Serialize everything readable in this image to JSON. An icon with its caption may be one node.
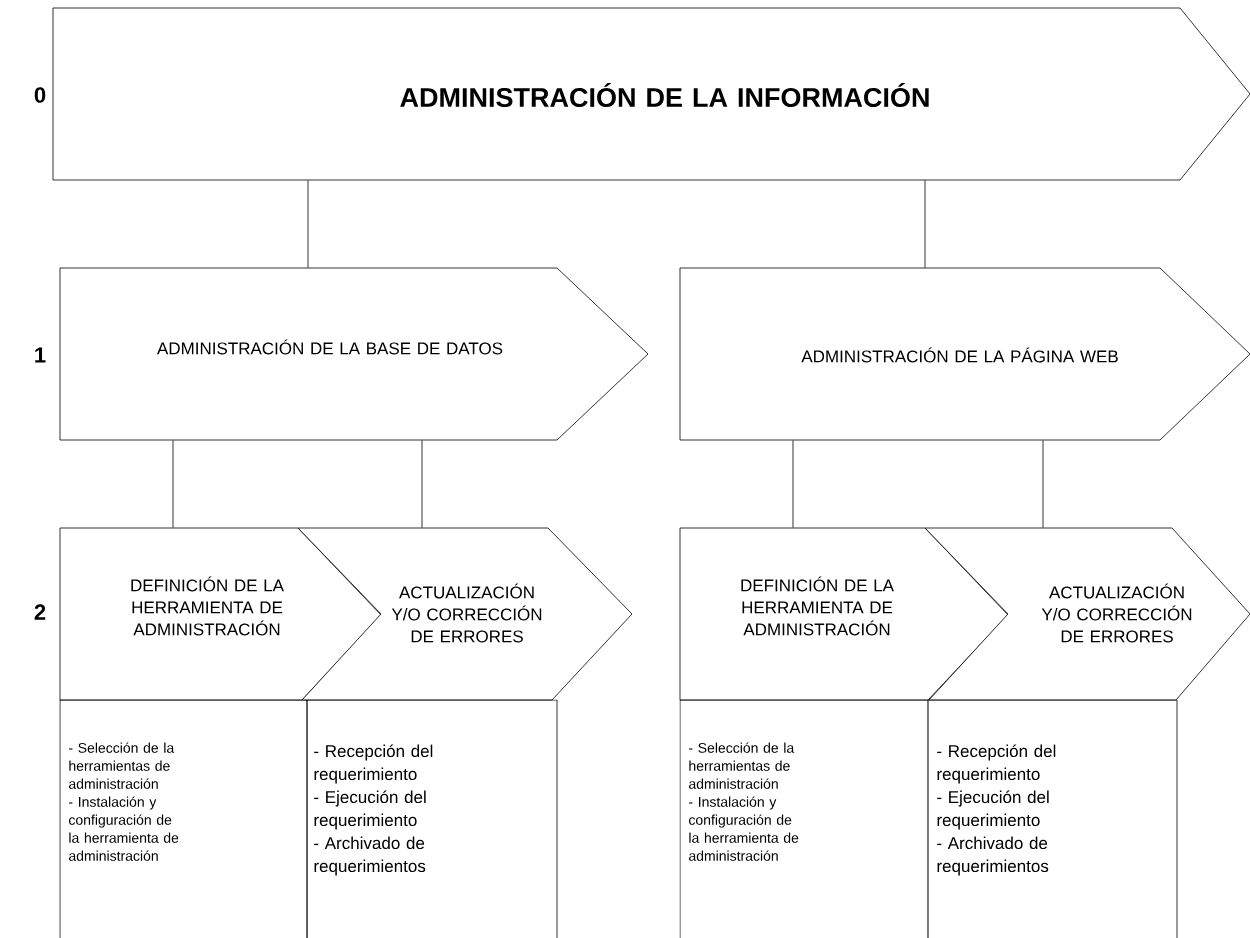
{
  "diagram": {
    "nodes": [
      {
        "text": [
          "ADMINISTRACIÓN DE LA INFORMACIÓN"
        ]
      },
      {
        "text": [
          "ADMINISTRACIÓN DE LA BASE DE DATOS"
        ]
      },
      {
        "text": [
          "ADMINISTRACIÓN DE LA PÁGINA WEB"
        ]
      },
      {
        "text": [
          "DEFINICIÓN DE LA HERRAMIENTA DE ADMINISTRACIÓN"
        ]
      },
      {
        "text": [
          "ACTUALIZACIÓN Y/O CORRECCIÓN DE ERRORES"
        ]
      },
      {
        "text": [
          "DEFINICIÓN DE LA HERRAMIENTA DE ADMINISTRACIÓN"
        ]
      },
      {
        "text": [
          "ACTUALIZACIÓN Y/O CORRECCIÓN DE ERRORES"
        ]
      },
      {
        "text": [
          "- Selección de la herramientas de administración",
          "- Instalación y configuración de la herramienta de administración"
        ]
      },
      {
        "text": [
          "- Recepción del requerimiento",
          "- Ejecución del requerimiento",
          "- Archivado de requerimientos"
        ]
      },
      {
        "text": [
          "- Selección de la herramientas de administración",
          "- Instalación y configuración de la herramienta de administración"
        ]
      },
      {
        "text": [
          "- Recepción del requerimiento",
          "- Ejecución del requerimiento",
          "- Archivado de requerimientos"
        ]
      }
    ],
    "edges": [
      {
        "from": 0,
        "to": 1,
        "arrow": "none"
      },
      {
        "from": 0,
        "to": 2,
        "arrow": "none"
      },
      {
        "from": 1,
        "to": 3,
        "arrow": "none"
      },
      {
        "from": 1,
        "to": 4,
        "arrow": "none"
      },
      {
        "from": 2,
        "to": 5,
        "arrow": "none"
      },
      {
        "from": 2,
        "to": 6,
        "arrow": "none"
      }
    ],
    "labels": [
      "0",
      "1",
      "2"
    ]
  }
}
